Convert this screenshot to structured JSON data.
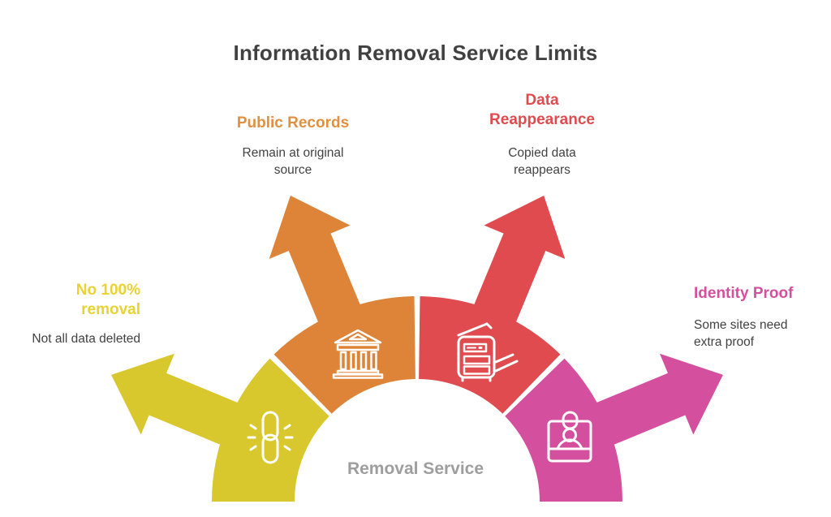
{
  "title": "Information Removal Service Limits",
  "center_label": "Removal Service",
  "colors": {
    "title_text": "#414141",
    "body_text": "#424242",
    "center_text": "#9e9e9e",
    "yellow": "#d9c72e",
    "orange": "#de8438",
    "red": "#df4b4e",
    "pink": "#d4509e",
    "yellow_label": "#e8d334",
    "orange_label": "#e0903e",
    "red_label": "#df4b4e",
    "pink_label": "#d4509e",
    "icon_stroke": "#ffffff"
  },
  "segments": [
    {
      "id": "no-100-removal",
      "label": "No 100%\nremoval",
      "description": "Not all data deleted",
      "icon": "broken-link-icon"
    },
    {
      "id": "public-records",
      "label": "Public Records",
      "description": "Remain at original\nsource",
      "icon": "bank-building-icon"
    },
    {
      "id": "data-reappearance",
      "label": "Data\nReappearance",
      "description": "Copied data\nreappears",
      "icon": "copier-icon"
    },
    {
      "id": "identity-proof",
      "label": "Identity Proof",
      "description": "Some sites need\nextra proof",
      "icon": "id-badge-icon"
    }
  ]
}
